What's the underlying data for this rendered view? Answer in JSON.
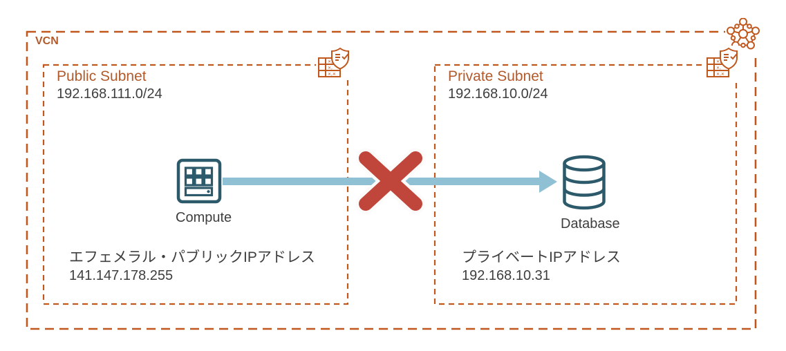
{
  "colors": {
    "border": "#C0571D",
    "title_rust": "#B35A2B",
    "text": "#3E3E3E",
    "icon_teal": "#2D5A6B",
    "arrow_blue": "#8FC0D4",
    "blocked_x_red": "#C0453A"
  },
  "vcn": {
    "label": "VCN",
    "icon": "vcn-network-icon"
  },
  "public_subnet": {
    "title": "Public Subnet",
    "cidr": "192.168.111.0/24",
    "corner_icon": "route-table-security-list-icon",
    "node": {
      "icon": "compute-icon",
      "label": "Compute"
    },
    "address_label": "エフェメラル・パブリックIPアドレス",
    "address": "141.147.178.255"
  },
  "private_subnet": {
    "title": "Private Subnet",
    "cidr": "192.168.10.0/24",
    "corner_icon": "route-table-security-list-icon",
    "node": {
      "icon": "database-icon",
      "label": "Database"
    },
    "address_label": "プライベートIPアドレス",
    "address": "192.168.10.31"
  },
  "connection": {
    "from": "Compute",
    "to": "Database",
    "status": "blocked"
  }
}
